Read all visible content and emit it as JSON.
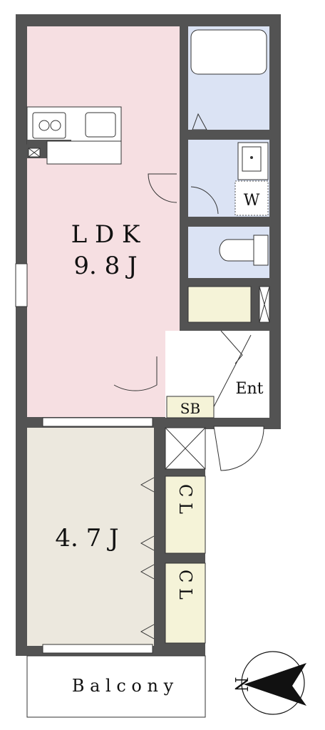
{
  "rooms": {
    "ldk_name": "L D K",
    "ldk_size": "9. 8 J",
    "bedroom_size": "4. 7 J",
    "washroom": "W",
    "entrance": "Ent",
    "shoe_box": "SB",
    "closet_1": "C L",
    "closet_2": "C L",
    "balcony": "B a l c o n y"
  },
  "compass": {
    "north_label": "N"
  },
  "colors": {
    "ldk": "#f6dfe2",
    "bedroom": "#ece8de",
    "wet_area": "#dbe3f4",
    "storage": "#f5f3d8",
    "wall": "#535353"
  }
}
